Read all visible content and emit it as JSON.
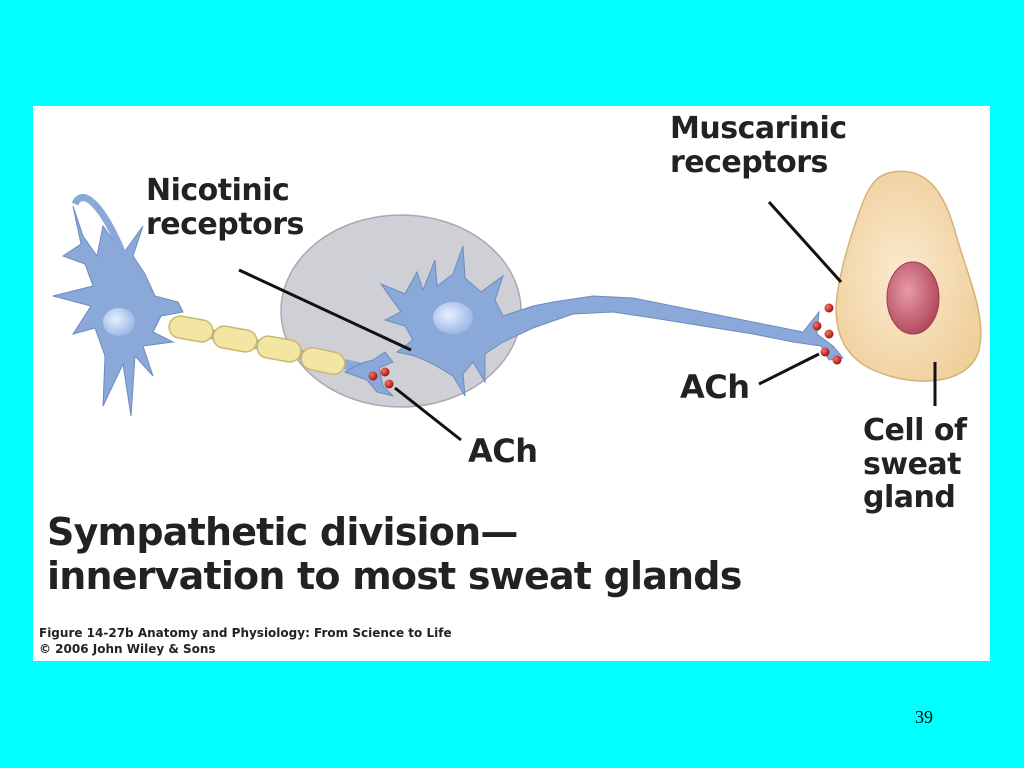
{
  "labels": {
    "nicotinic": [
      "Nicotinic",
      "receptors"
    ],
    "muscarinic": [
      "Muscarinic",
      "receptors"
    ],
    "ach_left": "ACh",
    "ach_right": "ACh",
    "cell": [
      "Cell of",
      "sweat",
      "gland"
    ]
  },
  "title": [
    "Sympathetic division—",
    "innervation to most sweat glands"
  ],
  "credit": [
    "Figure 14-27b  Anatomy and Physiology: From Science to Life",
    "© 2006 John Wiley & Sons"
  ],
  "page_number": "39",
  "colors": {
    "background": "#00ffff",
    "neuron": "#8aa8d8",
    "myelin": "#f3e6a2",
    "ganglion": "#cfcfd6",
    "sweat_cell": "#f6ddb0",
    "nucleus": "#c96a7a",
    "ach_vesicle": "#c0201a"
  }
}
